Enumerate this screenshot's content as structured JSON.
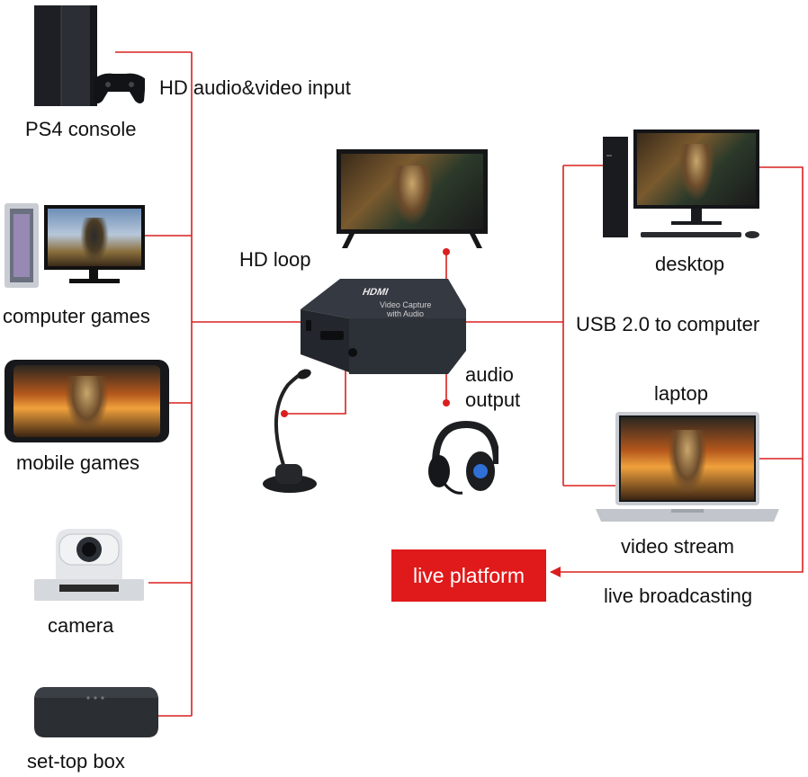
{
  "labels": {
    "ps4": "PS4 console",
    "hd_input": "HD audio&video input",
    "computer_games": "computer games",
    "mobile_games": "mobile games",
    "camera": "camera",
    "settop": "set-top box",
    "hd_loop": "HD loop",
    "desktop": "desktop",
    "usb": "USB 2.0 to computer",
    "audio_output": "audio\noutput",
    "laptop": "laptop",
    "video_stream": "video stream",
    "live_platform": "live platform",
    "live_broadcasting": "live broadcasting"
  },
  "device_text": {
    "hdmi": "HDMI",
    "capture": "Video Capture\nwith Audio"
  },
  "colors": {
    "wire": "#d9201f",
    "accent": "#e0191a",
    "device": "#2a2d33"
  },
  "icons": [
    "ps4-console-icon",
    "gaming-pc-icon",
    "smartphone-icon",
    "ptz-camera-icon",
    "settop-box-icon",
    "tv-monitor-icon",
    "capture-card-icon",
    "microphone-icon",
    "headset-icon",
    "desktop-pc-icon",
    "laptop-icon"
  ]
}
